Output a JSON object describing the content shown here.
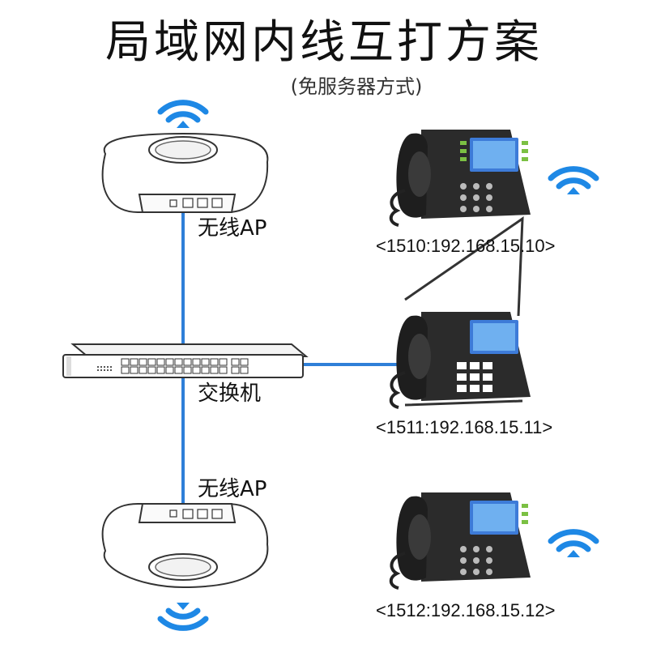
{
  "title": "局域网内线互打方案",
  "subtitle": "(免服务器方式)",
  "devices": {
    "ap_top_label": "无线AP",
    "switch_label": "交换机",
    "ap_bottom_label": "无线AP"
  },
  "phones": [
    {
      "label": "<1510:192.168.15.10>"
    },
    {
      "label": "<1511:192.168.15.11>"
    },
    {
      "label": "<1512:192.168.15.12>"
    }
  ],
  "colors": {
    "link": "#2f7fd8",
    "wifi": "#1e88e5",
    "device_outline": "#333333",
    "phone_body": "#2b2b2b",
    "phone_key_green": "#7bc043"
  },
  "icons": [
    "wifi-icon",
    "access-point-icon",
    "network-switch-icon",
    "ip-phone-icon"
  ]
}
